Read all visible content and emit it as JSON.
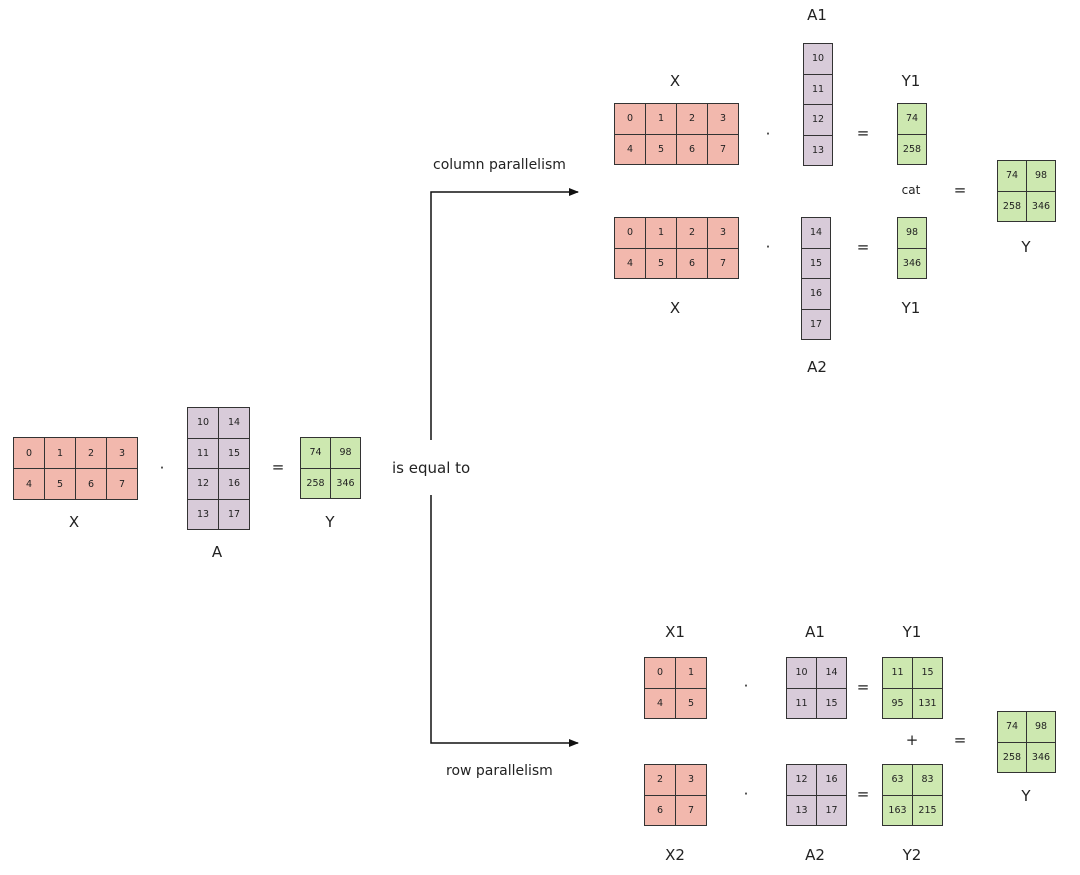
{
  "matrices": {
    "X": [
      [
        "0",
        "1",
        "2",
        "3"
      ],
      [
        "4",
        "5",
        "6",
        "7"
      ]
    ],
    "A": [
      [
        "10",
        "14"
      ],
      [
        "11",
        "15"
      ],
      [
        "12",
        "16"
      ],
      [
        "13",
        "17"
      ]
    ],
    "Y": [
      [
        "74",
        "98"
      ],
      [
        "258",
        "346"
      ]
    ],
    "col_X1": [
      [
        "0",
        "1",
        "2",
        "3"
      ],
      [
        "4",
        "5",
        "6",
        "7"
      ]
    ],
    "col_A1": [
      [
        "10"
      ],
      [
        "11"
      ],
      [
        "12"
      ],
      [
        "13"
      ]
    ],
    "col_Y1": [
      [
        "74"
      ],
      [
        "258"
      ]
    ],
    "col_X2": [
      [
        "0",
        "1",
        "2",
        "3"
      ],
      [
        "4",
        "5",
        "6",
        "7"
      ]
    ],
    "col_A2": [
      [
        "14"
      ],
      [
        "15"
      ],
      [
        "16"
      ],
      [
        "17"
      ]
    ],
    "col_Y2": [
      [
        "98"
      ],
      [
        "346"
      ]
    ],
    "col_Y": [
      [
        "74",
        "98"
      ],
      [
        "258",
        "346"
      ]
    ],
    "row_X1": [
      [
        "0",
        "1"
      ],
      [
        "4",
        "5"
      ]
    ],
    "row_A1": [
      [
        "10",
        "14"
      ],
      [
        "11",
        "15"
      ]
    ],
    "row_Y1": [
      [
        "11",
        "15"
      ],
      [
        "95",
        "131"
      ]
    ],
    "row_X2": [
      [
        "2",
        "3"
      ],
      [
        "6",
        "7"
      ]
    ],
    "row_A2": [
      [
        "12",
        "16"
      ],
      [
        "13",
        "17"
      ]
    ],
    "row_Y2": [
      [
        "63",
        "83"
      ],
      [
        "163",
        "215"
      ]
    ],
    "row_Y": [
      [
        "74",
        "98"
      ],
      [
        "258",
        "346"
      ]
    ]
  },
  "labels": {
    "X": "X",
    "A": "A",
    "Y": "Y",
    "col_A1": "A1",
    "col_X1": "X",
    "col_Y1": "Y1",
    "col_X2": "X",
    "col_Y2": "Y1",
    "col_A2": "A2",
    "col_Y": "Y",
    "row_X1": "X1",
    "row_A1": "A1",
    "row_Y1": "Y1",
    "row_X2": "X2",
    "row_A2": "A2",
    "row_Y2": "Y2",
    "row_Y": "Y"
  },
  "operators": {
    "dot": "·",
    "equals": "=",
    "cat": "cat",
    "plus": "+"
  },
  "text": {
    "is_equal_to": "is equal to",
    "column_parallelism": "column parallelism",
    "row_parallelism": "row parallelism"
  },
  "colors": {
    "x_fill": "#f2b8ad",
    "a_fill": "#d8cbd9",
    "y_fill": "#cde8b0",
    "border": "#333333"
  }
}
